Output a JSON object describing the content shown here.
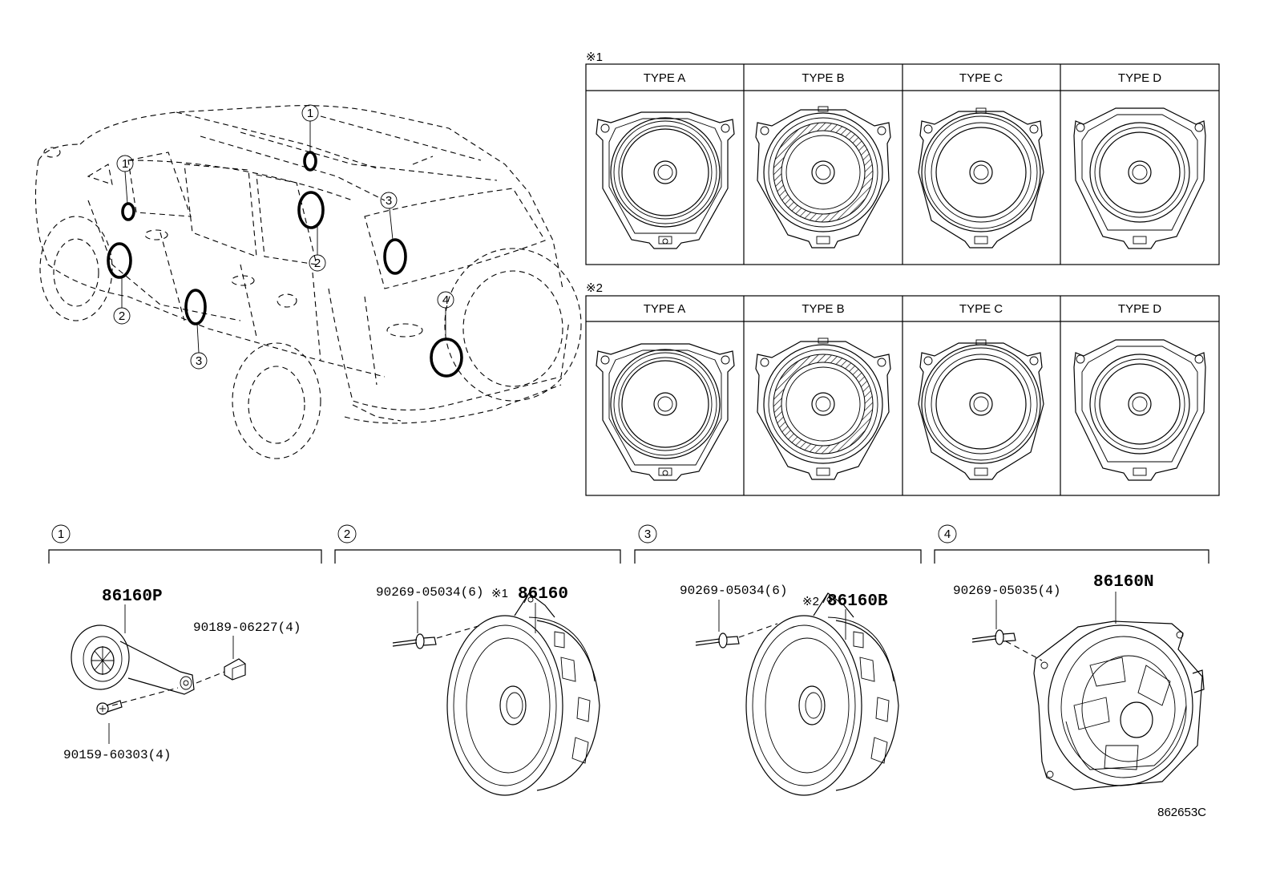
{
  "table1": {
    "mark": "※1",
    "types": [
      "TYPE A",
      "TYPE B",
      "TYPE C",
      "TYPE D"
    ]
  },
  "table2": {
    "mark": "※2",
    "types": [
      "TYPE A",
      "TYPE B",
      "TYPE C",
      "TYPE D"
    ]
  },
  "car_callouts": [
    "1",
    "1",
    "2",
    "2",
    "3",
    "3",
    "4"
  ],
  "sections": [
    {
      "num": "1",
      "main_part": "86160P",
      "fasteners": [
        "90189-06227(4)",
        "90159-60303(4)"
      ]
    },
    {
      "num": "2",
      "main_part": "86160",
      "mark": "※1",
      "fasteners": [
        "90269-05034(6)"
      ]
    },
    {
      "num": "3",
      "main_part": "86160B",
      "mark": "※2",
      "fasteners": [
        "90269-05034(6)"
      ]
    },
    {
      "num": "4",
      "main_part": "86160N",
      "fasteners": [
        "90269-05035(4)"
      ]
    }
  ],
  "figure_code": "862653C"
}
